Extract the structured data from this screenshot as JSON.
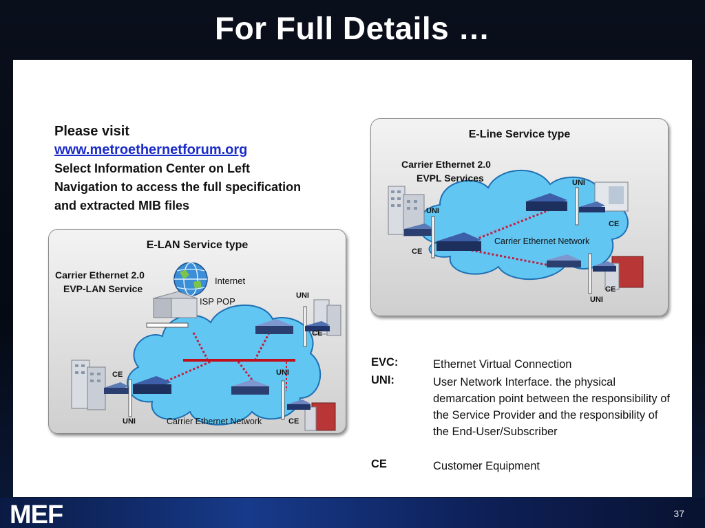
{
  "title": "For Full Details …",
  "visit": {
    "line1": "Please visit",
    "link": "www.metroethernetforum.org",
    "line3": "Select Information Center on Left",
    "line4": "Navigation to access the full specification",
    "line5": "and extracted MIB files"
  },
  "eline": {
    "title": "E-Line Service type",
    "service_line1": "Carrier Ethernet 2.0",
    "service_line2": "EVPL Services",
    "network_label": "Carrier Ethernet Network",
    "uni": "UNI",
    "ce": "CE"
  },
  "elan": {
    "title": "E-LAN Service type",
    "service_line1": "Carrier Ethernet 2.0",
    "service_line2": "EVP-LAN Service",
    "internet": "Internet",
    "isp_pop": "ISP POP",
    "network_label": "Carrier Ethernet Network",
    "uni": "UNI",
    "ce": "CE"
  },
  "glossary": [
    {
      "term": "EVC:",
      "definition": "Ethernet Virtual Connection"
    },
    {
      "term": "UNI:",
      "definition": "User Network Interface. the physical demarcation point between the responsibility of the Service Provider and the responsibility of the End-User/Subscriber"
    },
    {
      "term": "CE",
      "definition": "Customer Equipment"
    }
  ],
  "footer": {
    "logo_text": "MEF",
    "page_number": "37"
  },
  "colors": {
    "title_text": "#ffffff",
    "link": "#1a2bc8",
    "cloud": "#5fc3f0",
    "evc_line": "#c0101e",
    "dotted_link": "#c41a3a"
  }
}
